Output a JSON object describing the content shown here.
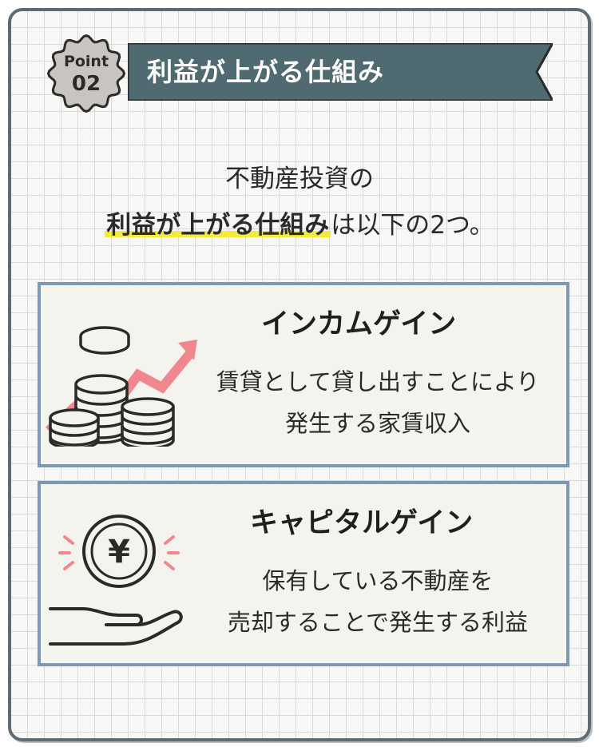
{
  "header": {
    "badge_point": "Point",
    "badge_number": "02",
    "title": "利益が上がる仕組み"
  },
  "intro": {
    "line1": "不動産投資の",
    "line2_highlight": "利益が上がる仕組み",
    "line2_rest": "は以下の2つ。"
  },
  "cards": [
    {
      "title": "インカムゲイン",
      "line1": "賃貸として貸し出すことにより",
      "line2": "発生する家賃収入",
      "icon": "coins-rising-arrow-icon"
    },
    {
      "title": "キャピタルゲイン",
      "line1": "保有している不動産を",
      "line2": "売却することで発生する利益",
      "icon": "yen-coin-hand-icon"
    }
  ],
  "colors": {
    "ribbon": "#4f6a70",
    "badge": "#c9c4bf",
    "card_border": "#7d98b4",
    "highlight": "#f4ea3c",
    "arrow": "#f0878f"
  }
}
